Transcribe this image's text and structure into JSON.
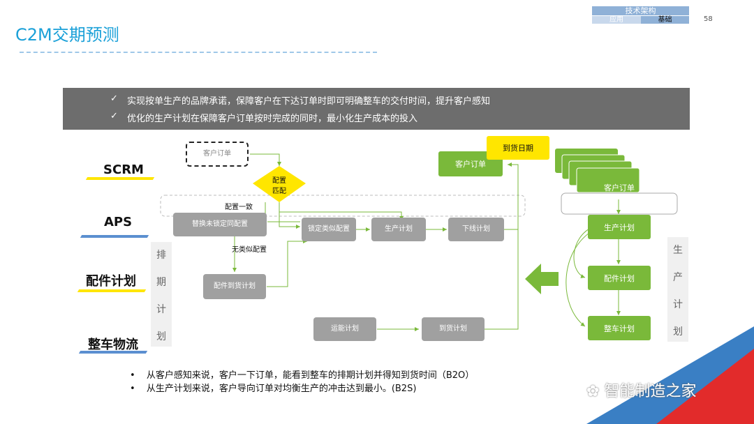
{
  "page": {
    "title": "C2M交期预测",
    "page_number": "58",
    "nav": {
      "top": "技术架构",
      "left": "应用",
      "right": "基础"
    }
  },
  "banner": {
    "items": [
      "实现按单生产的品牌承诺，保障客户在下达订单时即可明确整车的交付时间，提升客户感知",
      "优化的生产计划在保障客户订单按时完成的同时，最小化生产成本的投入"
    ]
  },
  "lanes": [
    "SCRM",
    "APS",
    "配件计划",
    "整车物流"
  ],
  "flow": {
    "customer_order_dashed": "客户订单",
    "config_match": "配置\n匹配",
    "config_consistent": "配置一致",
    "replace_unlocked": "替换未锁定同配置",
    "no_similar_config": "无类似配置",
    "lock_similar": "锁定类似配置",
    "production_plan": "生产计划",
    "offline_plan": "下线计划",
    "parts_arrival": "配件到货计划",
    "transport_capacity": "运能计划",
    "arrival_plan": "到货计划",
    "customer_order_green": "客户订单",
    "arrival_date": "到货日期"
  },
  "right_flow": {
    "customer_order": "客户订单",
    "production_plan": "生产计划",
    "parts_plan": "配件计划",
    "vehicle_plan": "整车计划"
  },
  "side_labels": {
    "schedule": [
      "排",
      "期",
      "计",
      "划"
    ],
    "production": [
      "生",
      "产",
      "计",
      "划"
    ]
  },
  "notes": [
    "从客户感知来说，客户一下订单，能看到整车的排期计划并得知到货时间（B2O）",
    "从生产计划来说，客户导向订单对均衡生产的冲击达到最小。(B2S)"
  ],
  "watermark": "智能制造之家",
  "colors": {
    "title_blue": "#1aa0d8",
    "green": "#7ab93a",
    "yellow": "#ffe600",
    "gray_box": "#a0a0a0",
    "banner": "#6d6d6d"
  }
}
